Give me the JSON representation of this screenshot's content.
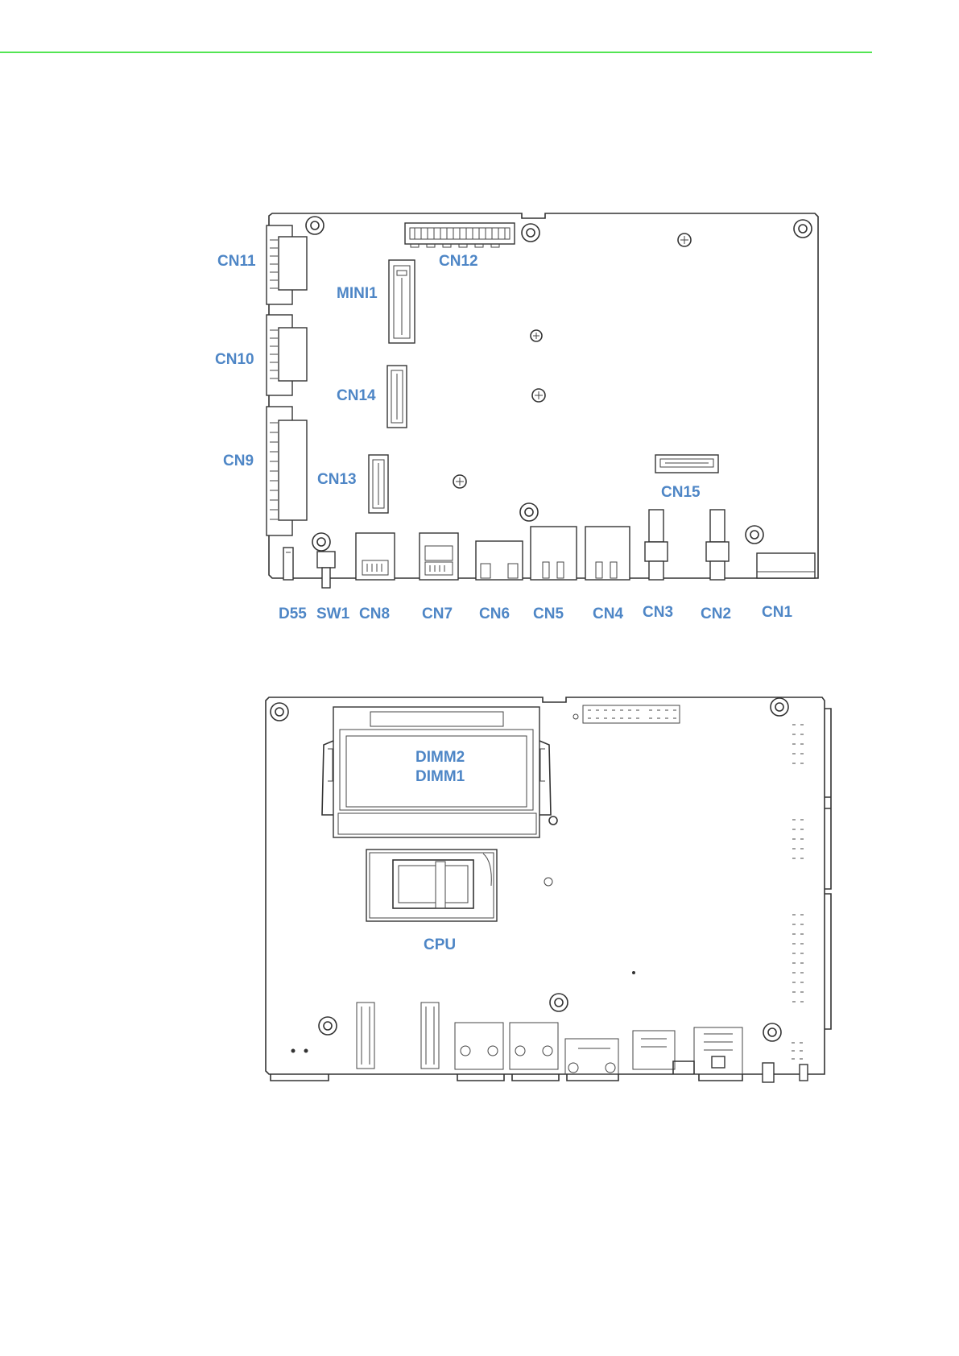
{
  "diagram": {
    "top_view": {
      "labels": {
        "cn11": "CN11",
        "cn10": "CN10",
        "cn9": "CN9",
        "mini1": "MINI1",
        "cn12": "CN12",
        "cn14": "CN14",
        "cn13": "CN13",
        "cn15": "CN15",
        "d55": "D55",
        "sw1": "SW1",
        "cn8": "CN8",
        "cn7": "CN7",
        "cn6": "CN6",
        "cn5": "CN5",
        "cn4": "CN4",
        "cn3": "CN3",
        "cn2": "CN2",
        "cn1": "CN1"
      }
    },
    "bottom_view": {
      "labels": {
        "dimm2": "DIMM2",
        "dimm1": "DIMM1",
        "cpu": "CPU"
      }
    },
    "colors": {
      "label": "#4e86c6",
      "header_rule": "#53e553",
      "line": "#333333"
    }
  }
}
